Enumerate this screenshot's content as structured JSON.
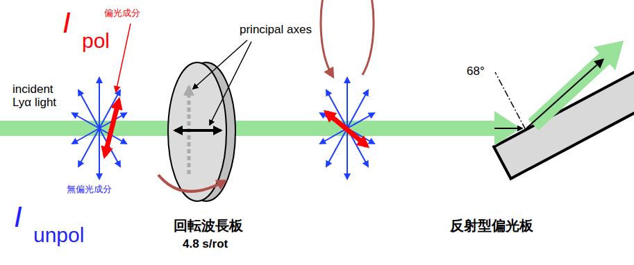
{
  "diagram": {
    "labels": [
      "I",
      "pol",
      "偏光成分",
      "incident Lyα light",
      "principal axes",
      "I",
      "unpol",
      "無偏光成分",
      "回転波長板",
      "4.8 s/rot",
      "68°",
      "反射型偏光板"
    ]
  }
}
